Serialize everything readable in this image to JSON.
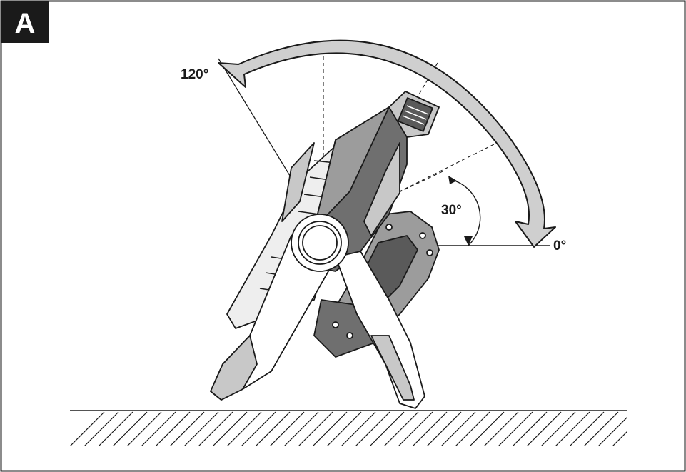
{
  "figure": {
    "badge": "A",
    "angle_labels": {
      "max": "120°",
      "mid": "30°",
      "zero": "0°"
    }
  },
  "colors": {
    "ink": "#1a1a1a",
    "body_dark": "#6f6f6f",
    "body_mid": "#9c9c9c",
    "body_light": "#c8c8c8",
    "arrow_fill": "#cfcfcf",
    "panel": "#eeeeee"
  }
}
